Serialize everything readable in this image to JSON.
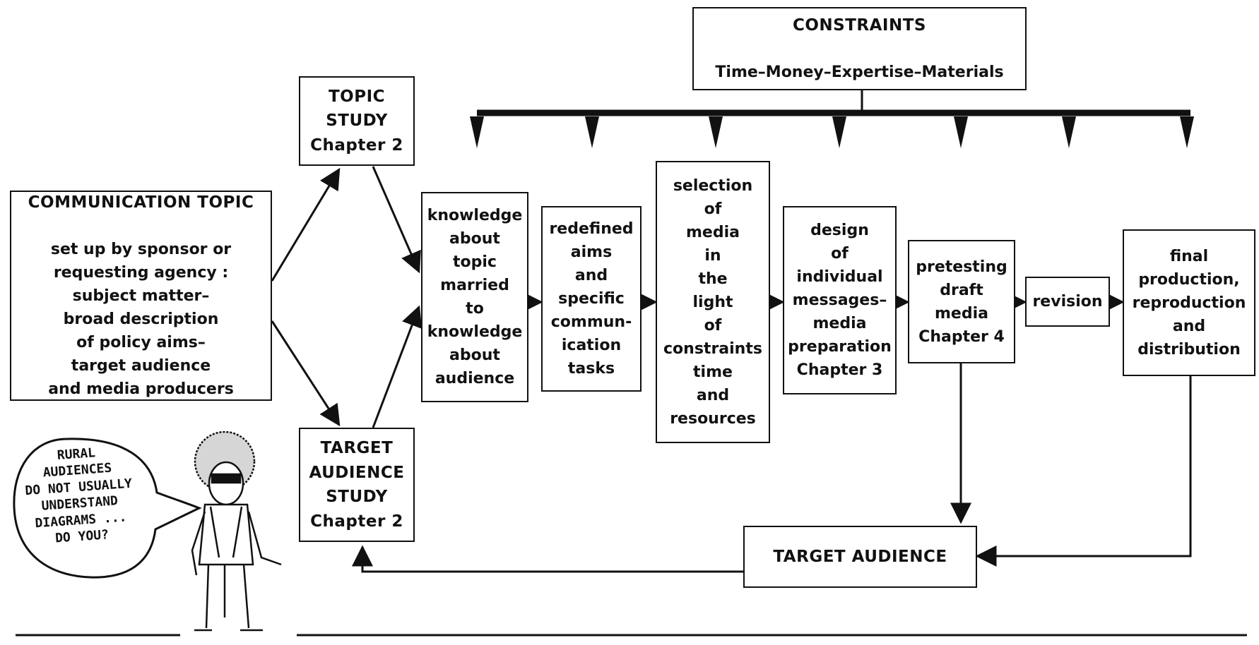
{
  "constraints": {
    "title": "CONSTRAINTS",
    "subtitle": "Time–Money–Expertise–Materials"
  },
  "communication_topic": {
    "title": "COMMUNICATION TOPIC",
    "body": "set up by sponsor or\nrequesting agency :\nsubject matter–\nbroad description\nof policy aims–\ntarget audience\nand media producers"
  },
  "topic_study": "TOPIC\nSTUDY\nChapter 2",
  "target_audience_study": "TARGET\nAUDIENCE\nSTUDY\nChapter 2",
  "knowledge": "knowledge\nabout\ntopic\nmarried\nto\nknowledge\nabout\naudience",
  "redefined_aims": "redefined\naims\nand\nspecific\ncommun-\nication\ntasks",
  "selection_of_media": "selection\nof\nmedia\nin\nthe\nlight\nof\nconstraints\ntime\nand\nresources",
  "design_of_messages": "design\nof\nindividual\nmessages–\nmedia\npreparation\nChapter 3",
  "pretesting": "pretesting\ndraft\nmedia\nChapter 4",
  "revision": "revision",
  "final_production": "final\nproduction,\nreproduction\nand\ndistribution",
  "target_audience": "TARGET AUDIENCE",
  "cartoon_speech": "RURAL\nAUDIENCES\nDO NOT USUALLY\nUNDERSTAND\nDIAGRAMS ...\nDO YOU?"
}
